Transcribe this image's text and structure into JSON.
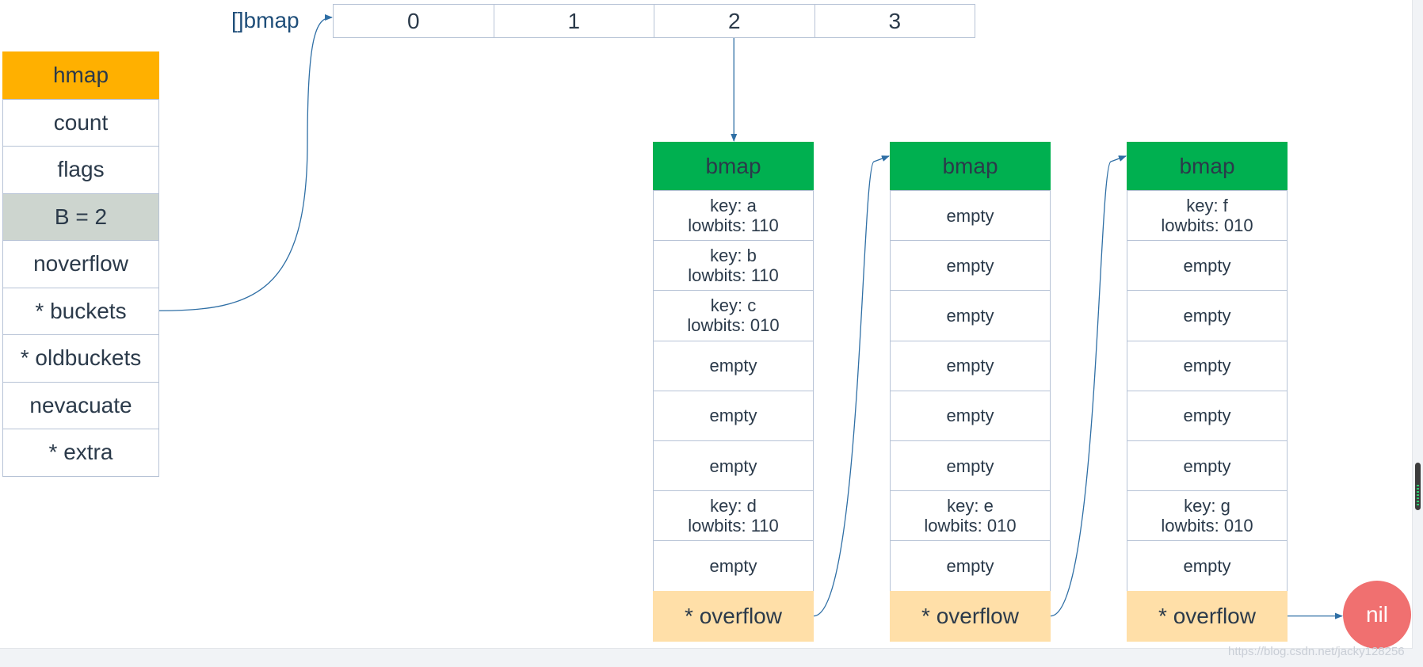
{
  "colors": {
    "hmap_header": "#ffb000",
    "b_row": "#cdd5cf",
    "bmap_header": "#00b050",
    "overflow_row": "#ffdfa8",
    "nil": "#f07070",
    "line": "#2f6fa5",
    "border": "#b7c3d6"
  },
  "hmap": {
    "rows": [
      {
        "label": "hmap",
        "style": "header"
      },
      {
        "label": "count",
        "style": "plain"
      },
      {
        "label": "flags",
        "style": "plain"
      },
      {
        "label": "B = 2",
        "style": "b"
      },
      {
        "label": "noverflow",
        "style": "plain"
      },
      {
        "label": "* buckets",
        "style": "plain"
      },
      {
        "label": "* oldbuckets",
        "style": "plain"
      },
      {
        "label": "nevacuate",
        "style": "plain"
      },
      {
        "label": "* extra",
        "style": "plain"
      }
    ]
  },
  "bucket_array": {
    "label": "[]bmap",
    "indices": [
      "0",
      "1",
      "2",
      "3"
    ]
  },
  "buckets": [
    {
      "header": "bmap",
      "slots": [
        "key: a\nlowbits: 110",
        "key: b\nlowbits: 110",
        "key: c\nlowbits: 010",
        "empty",
        "empty",
        "empty",
        "key: d\nlowbits: 110",
        "empty"
      ],
      "overflow": "* overflow"
    },
    {
      "header": "bmap",
      "slots": [
        "empty",
        "empty",
        "empty",
        "empty",
        "empty",
        "empty",
        "key: e\nlowbits: 010",
        "empty"
      ],
      "overflow": "* overflow"
    },
    {
      "header": "bmap",
      "slots": [
        "key: f\nlowbits: 010",
        "empty",
        "empty",
        "empty",
        "empty",
        "empty",
        "key: g\nlowbits: 010",
        "empty"
      ],
      "overflow": "* overflow"
    }
  ],
  "nil_label": "nil",
  "watermark": "https://blog.csdn.net/jacky128256"
}
